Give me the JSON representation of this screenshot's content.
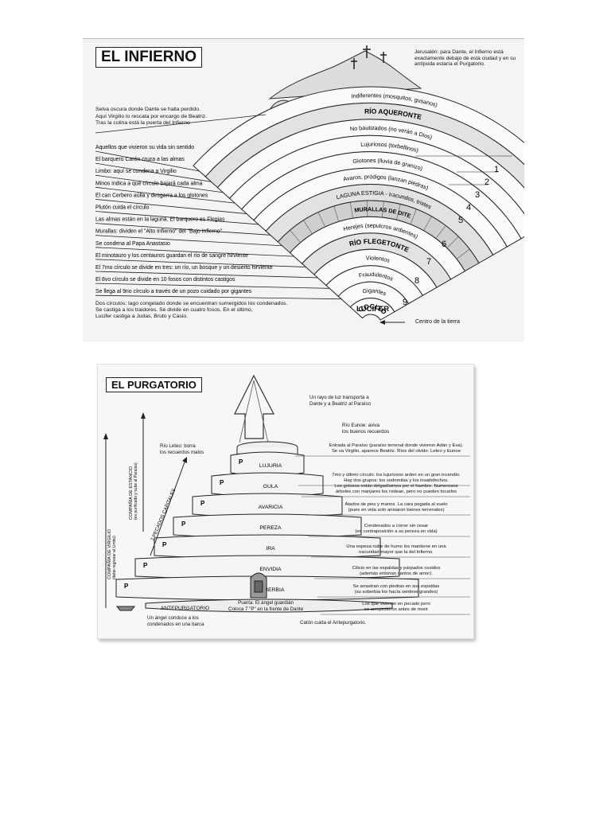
{
  "inferno": {
    "title": "EL INFIERNO",
    "jerusalem_note": "Jerusalén: para Dante, el Infierno está exactamente debajo de esta ciudad y en su antípoda estaría el Purgatorio.",
    "selva_note": [
      "Selva oscura donde Dante se halla perdido.",
      "Aquí Virgilio lo rescata por encargo de Beatriz.",
      "Tras la colina está la puerta del Infierno"
    ],
    "left_notes": [
      "Aquellos que vivieron su vida sin sentido",
      "El barquero Carón cruza a las almas",
      "Limbo: aquí se condena a Virgilio",
      "Minos indica a qué círculo bajará cada alma",
      "El can Cerbero aúlla y desgarra a los glotones",
      "Plutón cuida el círculo",
      "Las almas están en la laguna. El barquero es Flegias",
      "Murallas: dividen el \"Alto Infierno\" del \"Bajo Infierno\"",
      "Se condena al Papa Anastasio",
      "El minotauro y los centauros guardan el río de sangre hirviente",
      "El 7mo círculo se divide en tres: un río, un bosque y un desierto hirviente",
      "El 8vo círculo se divide en 10 fosos con distintos castigos",
      "Se llega al 9no círculo a través de un pozo cuidado por gigantes"
    ],
    "bottom_note": [
      "Dos círculos: lago congelado donde se encuentran sumergidos los condenados.",
      "Se castiga a los traidores. Se divide en cuatro fosos. En el último,",
      "Lucifer castiga a Judas, Bruto y Casio."
    ],
    "bands": [
      "Indiferentes (mosquitos, gusanos)",
      "RÍO AQUERONTE",
      "No bautizados (no verán a Dios)",
      "Lujuriosos (torbellinos)",
      "Glotones (lluvia de granizo)",
      "Avaros, pródigos (lanzan piedras)",
      "LAGUNA ESTIGIA - Iracundos, tristes",
      "MURALLAS DE DITE",
      "Herejes (sepulcros ardientes)",
      "RÍO FLEGETONTE",
      "Violentos",
      "Fraudulentos",
      "Gigantes",
      "COCITO"
    ],
    "circle_numbers": [
      "1",
      "2",
      "3",
      "4",
      "5",
      "6",
      "7",
      "8",
      "9"
    ],
    "lucifer": "LUCIFER",
    "center_label": "Centro de la tierra"
  },
  "purgatorio": {
    "title": "EL PURGATORIO",
    "rayo": [
      "Un rayo de luz transporta a",
      "Dante y a Beatriz al Paraíso"
    ],
    "eunoe": [
      "Río Eunoe: aviva",
      "los buenos recuerdos"
    ],
    "leteo": [
      "Río Leteo: borra",
      "los recuerdos malos"
    ],
    "companias": [
      "COMPAÑÍA DE VIRGILIO",
      "(debe regresar al Limbo)"
    ],
    "estancio": [
      "COMPAÑÍA DE ESTANCIO",
      "(es purificado y sube al Paraíso)"
    ],
    "pecados": "7 PECADOS CAPITALES",
    "terraces": [
      "LUJURIA",
      "GULA",
      "AVARICIA",
      "PEREZA",
      "IRA",
      "ENVIDIA",
      "SOBERBIA"
    ],
    "p_mark": "P",
    "ante": "ANTEPURGATORIO",
    "angel_barca": [
      "Un ángel conduce a los",
      "condenados en una barca"
    ],
    "puerta": [
      "Puerta. El ángel guardián",
      "Coloca 7 \"P\" en la frente de Dante"
    ],
    "caton": "Catón cuida el Antepurgatorio.",
    "right_notes": [
      [
        "Entrada al Paraíso (paraíso terrenal donde vivieron Adán y Eva).",
        "Se va Virgilio, aparece Beatriz. Ríos del olvido: Leteo y Eunoe"
      ],
      [
        "7mo y último círculo: los lujuriosos arden en un gran incendio.",
        "Hay dos grupos: los sodomitas y los insatisfechos."
      ],
      [
        "Los golosos están delgadísimos por el hambre. Numerosos",
        "árboles con manjares los rodean, pero no pueden tocarlos"
      ],
      [
        "Atados de pies y manos. La cara pegada al suelo",
        "(pues en vida solo ansiaron bienes terrenales)"
      ],
      [
        "Condenados a correr sin cesar",
        "(en contraposición a su pereza en vida)"
      ],
      [
        "Una espesa nube de humo los mantiene en una",
        "oscuridad mayor que la del Infierno."
      ],
      [
        "Cilicio en las espaldas y párpados cosidos",
        "(además entonan cantos de amor)."
      ],
      [
        "Se arrastran con piedras en sus espaldas",
        "(su soberbia los hacía sentirse grandes)"
      ],
      [
        "Los que vivieron en pecado pero",
        "se arrepintieron antes de morir"
      ]
    ]
  }
}
